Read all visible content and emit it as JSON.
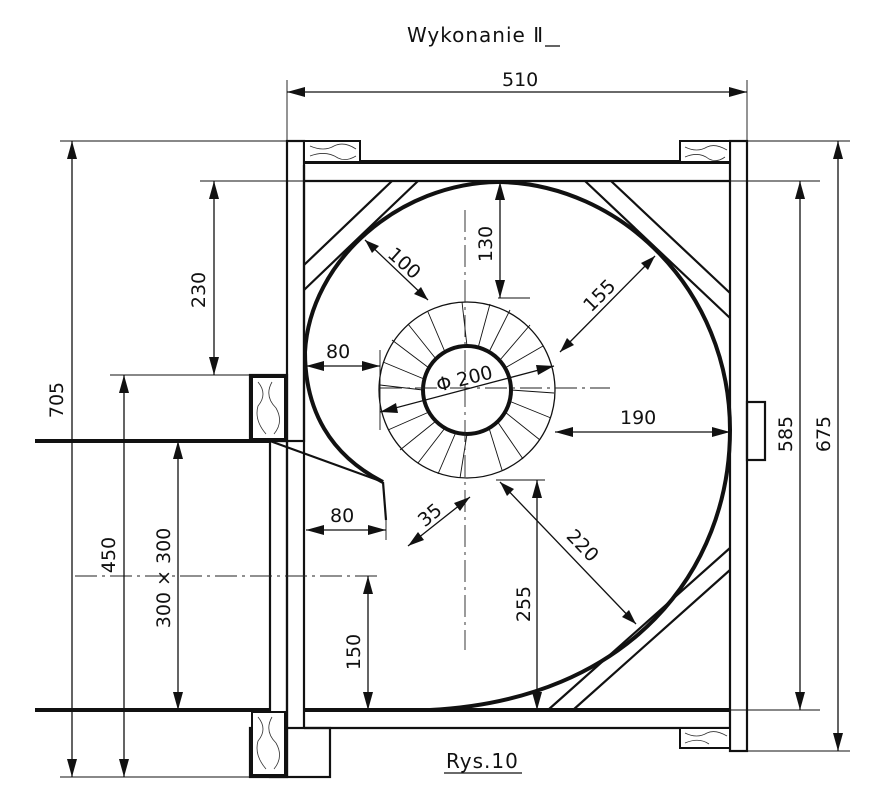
{
  "title": "Wykonanie Ⅱ",
  "caption": "Rys.10",
  "dimensions": {
    "top_width": "510",
    "left_total_height": "705",
    "left_upper": "230",
    "left_450": "450",
    "duct": "300 × 300",
    "bottom_150": "150",
    "right_585": "585",
    "right_675": "675",
    "impeller_dia": "Φ 200",
    "gap_top_130": "130",
    "gap_100": "100",
    "gap_155": "155",
    "gap_80_upper": "80",
    "gap_80_lower": "80",
    "gap_190": "190",
    "gap_35": "35",
    "gap_220": "220",
    "gap_255": "255"
  }
}
